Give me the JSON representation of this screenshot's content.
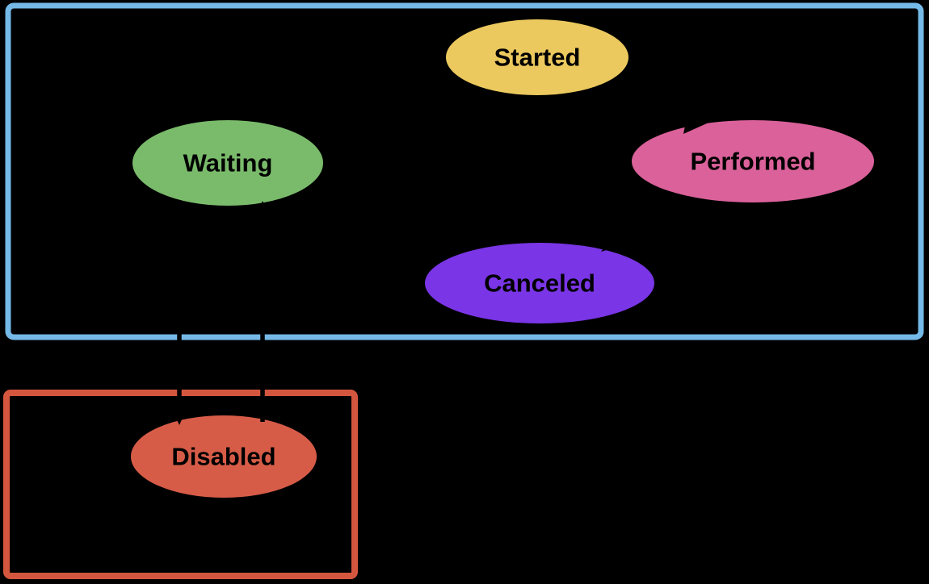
{
  "diagram": {
    "type": "state-diagram",
    "background": "#000000",
    "label_color": "#000000",
    "edges": {
      "color": "#000000"
    },
    "groups": [
      {
        "id": "active-states-group",
        "border_color": "#74B9E7"
      },
      {
        "id": "disabled-states-group",
        "border_color": "#D4563F"
      }
    ],
    "states": [
      {
        "label": "Started",
        "fill": "#ECC95E"
      },
      {
        "label": "Waiting",
        "fill": "#7ABB6B"
      },
      {
        "label": "Performed",
        "fill": "#DA619A"
      },
      {
        "label": "Canceled",
        "fill": "#7A35E6"
      },
      {
        "label": "Disabled",
        "fill": "#D75C48"
      }
    ]
  }
}
